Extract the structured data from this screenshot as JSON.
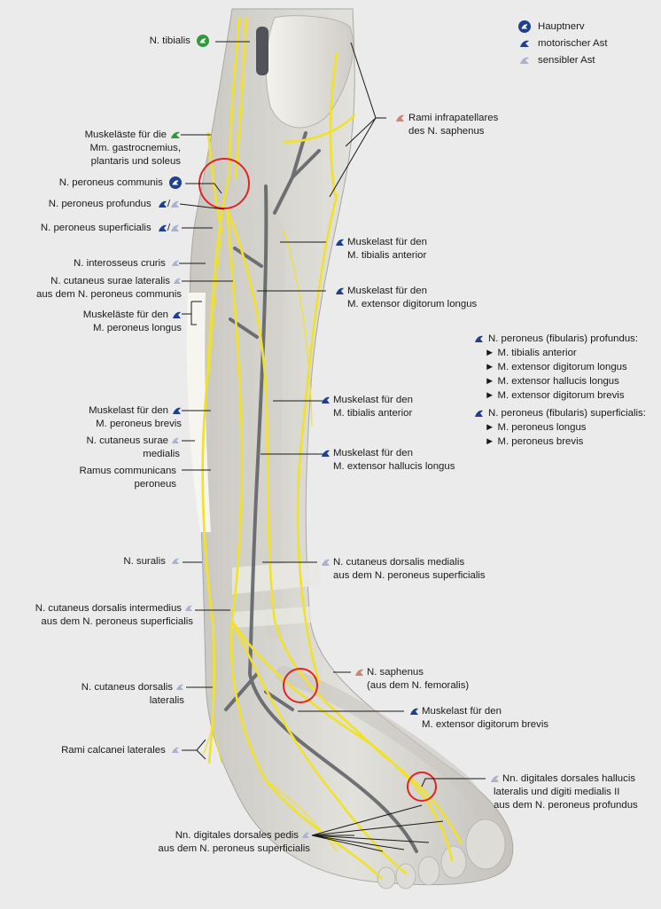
{
  "colors": {
    "background": "#ebebeb",
    "nerve": "#f2e12a",
    "vessel": "#5a5d63",
    "bone": "#d9d8d2",
    "highlight_circle": "#e02424",
    "icon_main": "#1f3f8f",
    "icon_motor": "#1f3f8f",
    "icon_sensory": "#a9b3cf",
    "icon_saphenus": "#c9867a",
    "icon_green": "#2f9a3c"
  },
  "legend": {
    "main_nerve": {
      "icon": "main-nerve-icon",
      "label": "Hauptnerv"
    },
    "motor_branch": {
      "icon": "motor-branch-icon",
      "label": "motorischer Ast"
    },
    "sensory_branch": {
      "icon": "sensory-branch-icon",
      "label": "sensibler Ast"
    }
  },
  "labels": {
    "tibialis": {
      "lines": [
        "N. tibialis"
      ],
      "icon": "main-nerve-green-icon"
    },
    "muskelaeste_gastro": {
      "lines": [
        "Muskeläste für die",
        "Mm. gastrocnemius,",
        "plantaris und soleus"
      ],
      "icon": "motor-branch-green-icon"
    },
    "peroneus_communis": {
      "lines": [
        "N. peroneus communis"
      ],
      "icon": "main-nerve-icon"
    },
    "peroneus_profundus": {
      "lines": [
        "N. peroneus profundus"
      ],
      "icon": "motor-sensory-icon",
      "separator": "/"
    },
    "peroneus_superficialis": {
      "lines": [
        "N. peroneus superficialis"
      ],
      "icon": "motor-sensory-icon",
      "separator": "/"
    },
    "interosseus": {
      "lines": [
        "N. interosseus cruris"
      ],
      "icon": "sensory-branch-icon"
    },
    "cutaneus_surae_lat": {
      "lines": [
        "N. cutaneus surae lateralis",
        "aus dem N. peroneus communis"
      ],
      "icon": "sensory-branch-icon"
    },
    "muskelaeste_peroneus_longus": {
      "lines": [
        "Muskeläste für den",
        "M. peroneus longus"
      ],
      "icon": "motor-branch-icon"
    },
    "muskelast_peroneus_brevis": {
      "lines": [
        "Muskelast für den",
        "M. peroneus brevis"
      ],
      "icon": "motor-branch-icon"
    },
    "cutaneus_surae_med": {
      "lines": [
        "N. cutaneus surae",
        "medialis"
      ],
      "icon": "sensory-branch-icon"
    },
    "ramus_communicans": {
      "lines": [
        "Ramus communicans",
        "peroneus"
      ],
      "icon": ""
    },
    "suralis": {
      "lines": [
        "N. suralis"
      ],
      "icon": "sensory-branch-icon"
    },
    "cutaneus_dorsalis_int": {
      "lines": [
        "N. cutaneus dorsalis  intermedius",
        "aus dem N. peroneus superficialis"
      ],
      "icon": "sensory-branch-icon"
    },
    "cutaneus_dorsalis_lat": {
      "lines": [
        "N. cutaneus dorsalis",
        "lateralis"
      ],
      "icon": "sensory-branch-icon"
    },
    "rami_calcanei": {
      "lines": [
        "Rami calcanei laterales"
      ],
      "icon": "sensory-branch-icon"
    },
    "digitales_pedis": {
      "lines": [
        "Nn. digitales dorsales pedis",
        "aus dem N. peroneus superficialis"
      ],
      "icon": "sensory-branch-icon"
    },
    "rami_infrapatellares": {
      "lines": [
        "Rami infrapatellares",
        "des  N. saphenus"
      ],
      "icon": "saphenus-branch-icon"
    },
    "muskelast_tibialis_ant_1": {
      "lines": [
        "Muskelast für den",
        "M. tibialis anterior"
      ],
      "icon": "motor-branch-icon"
    },
    "muskelast_ext_dig_longus": {
      "lines": [
        "Muskelast für den",
        "M. extensor digitorum longus"
      ],
      "icon": "motor-branch-icon"
    },
    "muskelast_tibialis_ant_2": {
      "lines": [
        "Muskelast für den",
        "M. tibialis anterior"
      ],
      "icon": "motor-branch-icon"
    },
    "muskelast_ext_hall_longus": {
      "lines": [
        "Muskelast für den",
        "M. extensor hallucis longus"
      ],
      "icon": "motor-branch-icon"
    },
    "cutaneus_dorsalis_med": {
      "lines": [
        "N. cutaneus dorsalis medialis",
        "aus dem N. peroneus superficialis"
      ],
      "icon": "sensory-branch-icon"
    },
    "saphenus": {
      "lines": [
        "N. saphenus",
        "(aus dem N. femoralis)"
      ],
      "icon": "saphenus-branch-icon"
    },
    "muskelast_ext_dig_brevis": {
      "lines": [
        "Muskelast für den",
        "M. extensor digitorum brevis"
      ],
      "icon": "motor-branch-icon"
    },
    "digitales_hallucis": {
      "lines": [
        "Nn. digitales dorsales hallucis",
        "lateralis und digiti medialis II",
        "aus dem N. peroneus profundus"
      ],
      "icon": "sensory-branch-icon"
    }
  },
  "side_box": {
    "profundus": {
      "title": "N. peroneus (fibularis) profundus:",
      "items": [
        "M. tibialis anterior",
        "M. extensor digitorum longus",
        "M. extensor hallucis longus",
        "M. extensor digitorum brevis"
      ]
    },
    "superficialis": {
      "title": "N. peroneus (fibularis) superficialis:",
      "items": [
        "M. peroneus longus",
        "M. peroneus brevis"
      ]
    },
    "bullet": "►"
  }
}
